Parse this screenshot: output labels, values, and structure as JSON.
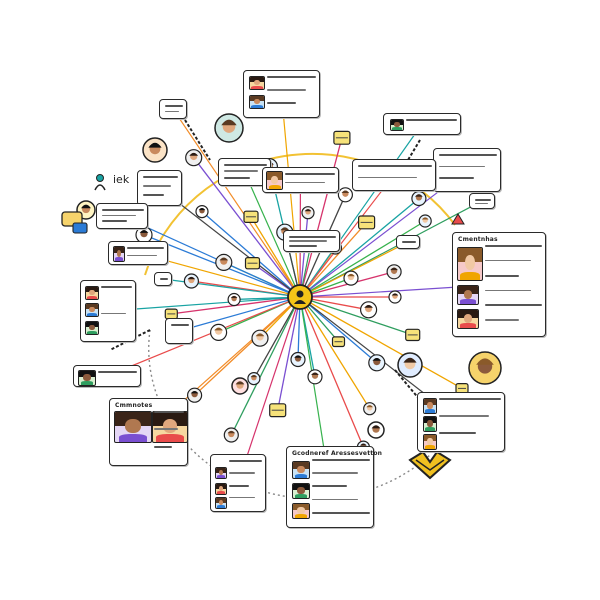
{
  "labels": {
    "iek": "iek",
    "card_right_big": "Cmentnhas",
    "card_bottom_left": "Cmmnotes",
    "card_bottom_center": "Gcodneref Aressesvetton"
  },
  "icons": {
    "hub": "user-icon",
    "logo": "people-link-icon",
    "right_badge": "geometric-badge-icon"
  },
  "colors": {
    "hub": "#f5c518",
    "spokes": [
      "#e94b4b",
      "#2f9e5f",
      "#2b7bd6",
      "#f0a500",
      "#18a3a3",
      "#7a4fd1",
      "#444444",
      "#f28c28",
      "#37b24d",
      "#d6336c"
    ],
    "ring": "#f2c233"
  }
}
